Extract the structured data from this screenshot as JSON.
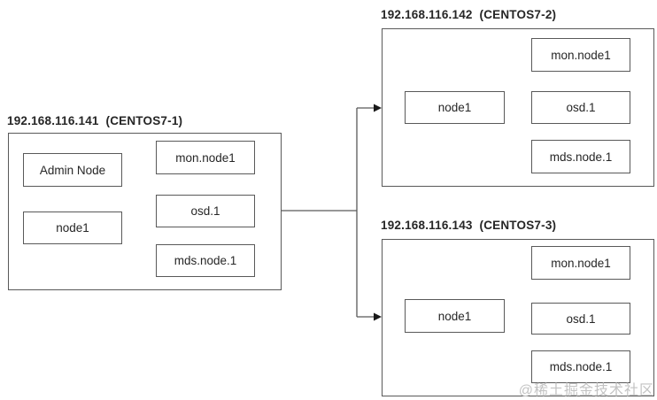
{
  "diagram": {
    "servers": [
      {
        "title": "192.168.116.141  (CENTOS7-1)",
        "left_nodes": [
          "Admin Node",
          "node1"
        ],
        "right_nodes": [
          "mon.node1",
          "osd.1",
          "mds.node.1"
        ]
      },
      {
        "title": "192.168.116.142  (CENTOS7-2)",
        "left_nodes": [
          "node1"
        ],
        "right_nodes": [
          "mon.node1",
          "osd.1",
          "mds.node.1"
        ]
      },
      {
        "title": "192.168.116.143  (CENTOS7-3)",
        "left_nodes": [
          "node1"
        ],
        "right_nodes": [
          "mon.node1",
          "osd.1",
          "mds.node.1"
        ]
      }
    ],
    "connections": [
      {
        "from": "192.168.116.141 (CENTOS7-1)",
        "to": "192.168.116.142 (CENTOS7-2)"
      },
      {
        "from": "192.168.116.141 (CENTOS7-1)",
        "to": "192.168.116.143 (CENTOS7-3)"
      }
    ],
    "watermark": "@稀土掘金技术社区",
    "colors": {
      "border": "#595959",
      "text": "#262626",
      "bg": "#ffffff",
      "watermark": "#c3c3c3",
      "arrow": "#1a1a1a"
    }
  }
}
